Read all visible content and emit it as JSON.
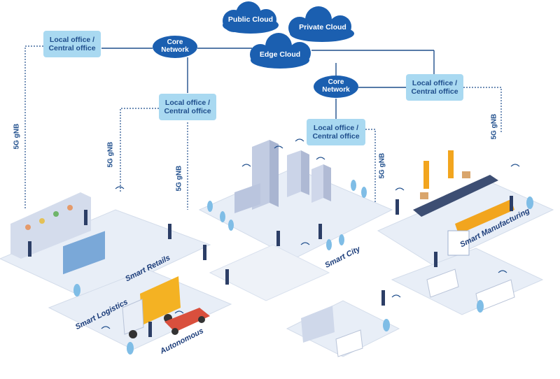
{
  "clouds": {
    "public": "Public Cloud",
    "private": "Private Cloud",
    "edge": "Edge Cloud"
  },
  "core_networks": [
    {
      "line1": "Core",
      "line2": "Network"
    },
    {
      "line1": "Core",
      "line2": "Network"
    }
  ],
  "offices": [
    {
      "line1": "Local office /",
      "line2": "Central office"
    },
    {
      "line1": "Local office /",
      "line2": "Central office"
    },
    {
      "line1": "Local office /",
      "line2": "Central office"
    },
    {
      "line1": "Local office /",
      "line2": "Central office"
    }
  ],
  "gnb_labels": [
    "5G gNB",
    "5G gNB",
    "5G gNB",
    "5G gNB",
    "5G gNB"
  ],
  "zones": {
    "retail": "Smart Retails",
    "logistics": "Smart Logistics",
    "autonomous": "Autonomous",
    "city": "Smart City",
    "manufacturing": "Smart Manufacturing"
  },
  "colors": {
    "cloud": "#1b5fb0",
    "office_box": "#a9d9f1",
    "text_dark": "#1f4e8c",
    "platform": "#e6ecf6",
    "network_line": "#1f4e8c"
  }
}
